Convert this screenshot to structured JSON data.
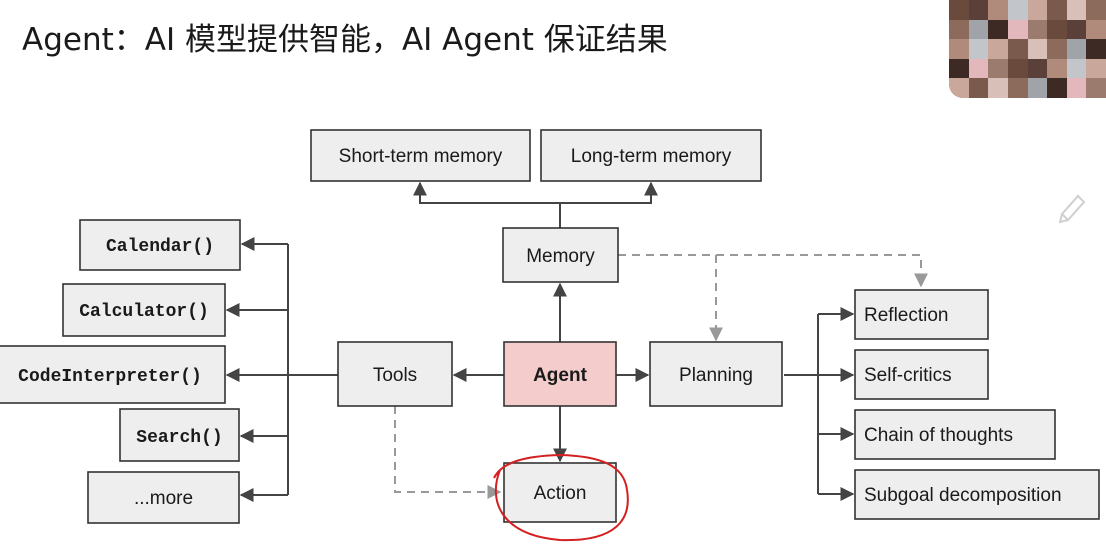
{
  "title": "Agent：AI 模型提供智能，AI Agent 保证结果",
  "diagram": {
    "nodes": {
      "short_term_memory": "Short-term memory",
      "long_term_memory": "Long-term memory",
      "memory": "Memory",
      "agent": "Agent",
      "tools": "Tools",
      "planning": "Planning",
      "action": "Action",
      "calendar": "Calendar()",
      "calculator": "Calculator()",
      "code_interpreter": "CodeInterpreter()",
      "search": "Search()",
      "more": "...more",
      "reflection": "Reflection",
      "self_critics": "Self-critics",
      "chain_of_thoughts": "Chain of thoughts",
      "subgoal_decomposition": "Subgoal decomposition"
    }
  },
  "colors": {
    "agent_fill": "#f4cccc",
    "box_fill": "#eeeeee",
    "annotation": "#d42020"
  }
}
